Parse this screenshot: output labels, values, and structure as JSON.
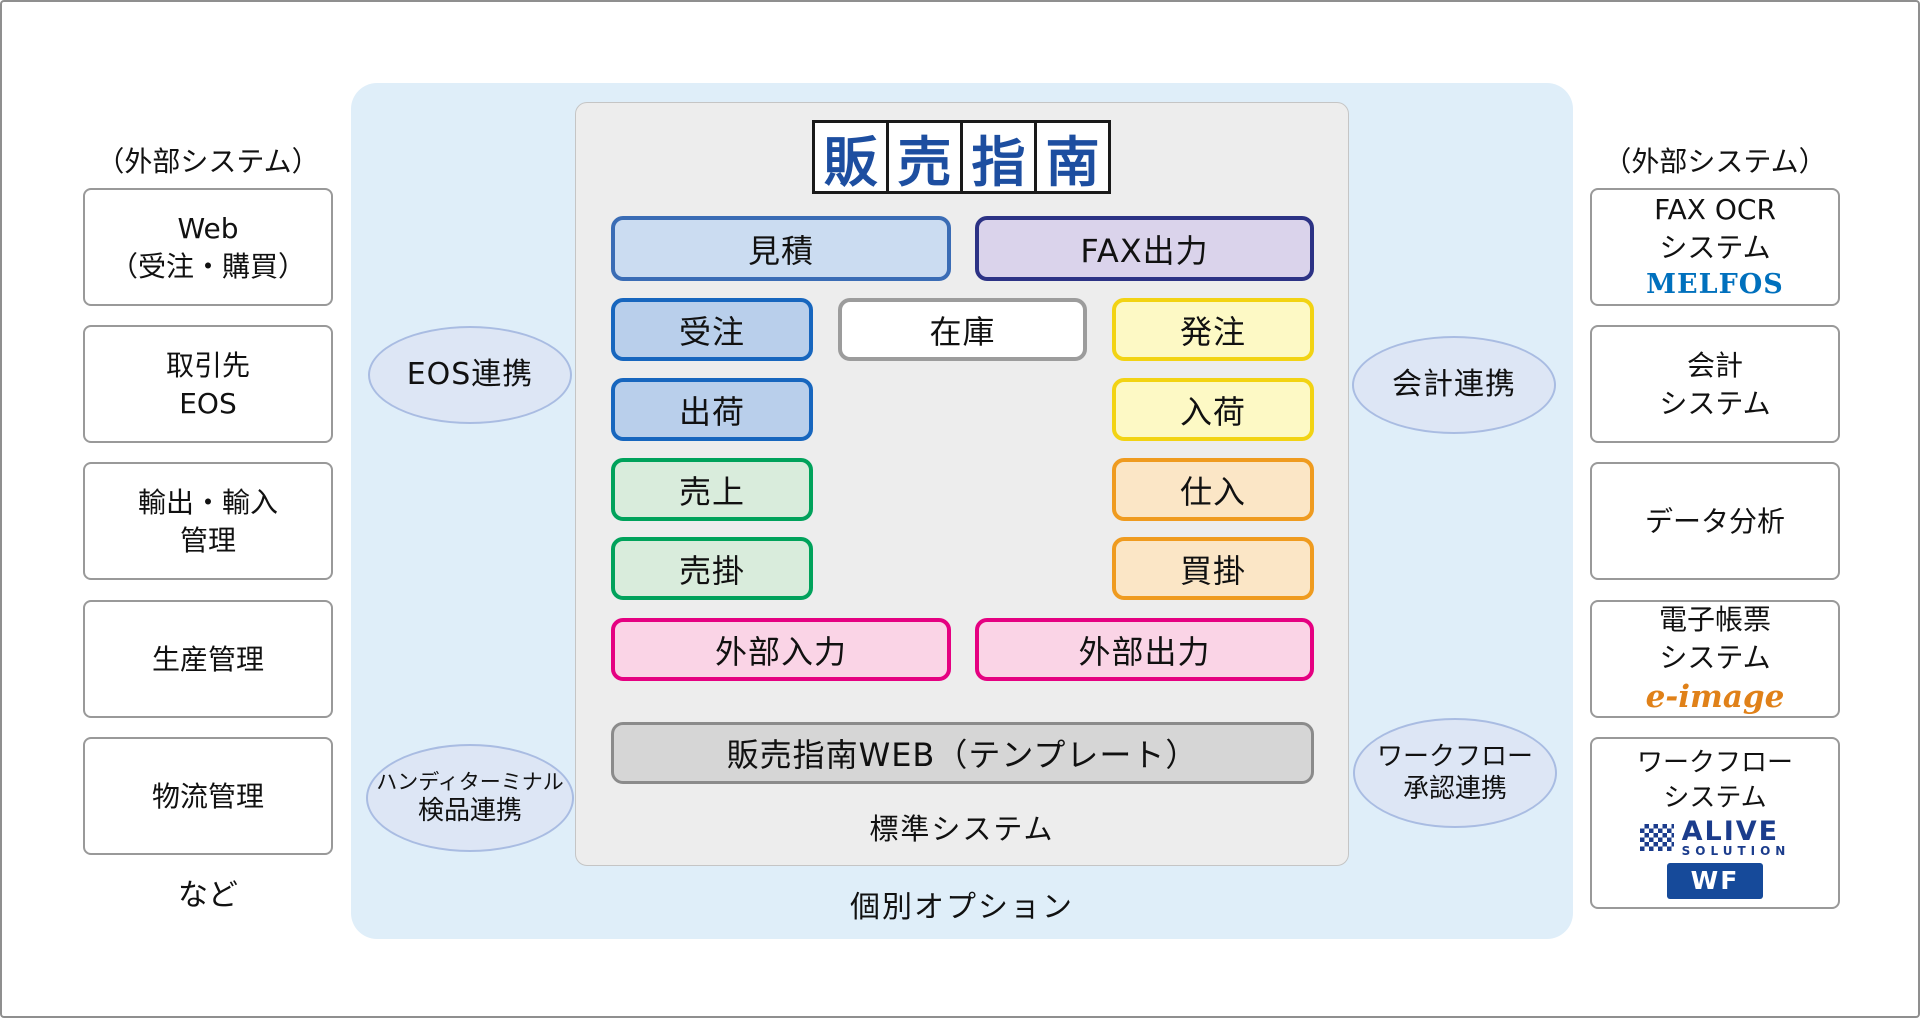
{
  "colors": {
    "canvas_border": "#8f8f8f",
    "option_area_bg": "#dfeef9",
    "standard_area_bg": "#ededed",
    "logo_text": "#1d4ea0",
    "estimate": {
      "fill": "#cbdcf1",
      "border": "#3a6cb5"
    },
    "fax_output": {
      "fill": "#dad3eb",
      "border": "#2c3285"
    },
    "order_blue": {
      "fill": "#b9cfeb",
      "border": "#1766be"
    },
    "inventory": {
      "fill": "#ffffff",
      "border": "#9c9c9c"
    },
    "yellow": {
      "fill": "#fdf9c5",
      "border": "#f2d313"
    },
    "green": {
      "fill": "#d9ecdc",
      "border": "#00a25b"
    },
    "orange": {
      "fill": "#fbe6c6",
      "border": "#ef9b1f"
    },
    "pink": {
      "fill": "#fad4e6",
      "border": "#e50081"
    },
    "gray": {
      "fill": "#d6d6d6",
      "border": "#8b8b8b"
    },
    "ellipse": {
      "fill": "#dde6f5",
      "border": "#a9bce2"
    },
    "melfos_text": "#0070bd",
    "eimage_text": "#e08119",
    "alive_blue": "#1b3c8c",
    "wf_badge_bg": "#164a9a"
  },
  "left_panel": {
    "header": "（外部システム）",
    "boxes": [
      {
        "line1": "Web",
        "line2": "（受注・購買）"
      },
      {
        "line1": "取引先",
        "line2": "EOS"
      },
      {
        "line1": "輸出・輸入",
        "line2": "管理"
      },
      {
        "line1": "生産管理"
      },
      {
        "line1": "物流管理"
      }
    ],
    "footer": "など"
  },
  "center": {
    "option_label": "個別オプション",
    "standard_label": "標準システム",
    "logo": {
      "full": "販売指南",
      "char1": "販",
      "char2": "売",
      "char3": "指",
      "char4": "南"
    },
    "buttons": {
      "estimate": "見積",
      "fax_output": "FAX出力",
      "order_received": "受注",
      "inventory": "在庫",
      "order_placed": "発注",
      "shipment": "出荷",
      "arrival": "入荷",
      "sales": "売上",
      "purchase": "仕入",
      "receivable": "売掛",
      "payable": "買掛",
      "external_input": "外部入力",
      "external_output": "外部出力",
      "web_template": "販売指南WEB（テンプレート）"
    },
    "connectors": {
      "eos": {
        "line1": "EOS連携"
      },
      "handy": {
        "line1": "ハンディターミナル",
        "line2": "検品連携"
      },
      "accounting": {
        "line1": "会計連携"
      },
      "workflow": {
        "line1": "ワークフロー",
        "line2": "承認連携"
      }
    }
  },
  "right_panel": {
    "header": "（外部システム）",
    "boxes": [
      {
        "line1": "FAX OCR",
        "line2": "システム",
        "brand": "MELFOS"
      },
      {
        "line1": "会計",
        "line2": "システム"
      },
      {
        "line1": "データ分析"
      },
      {
        "line1": "電子帳票",
        "line2": "システム",
        "brand": "e-image"
      },
      {
        "line1": "ワークフロー",
        "line2": "システム",
        "brand": "ALIVE",
        "brand_sub": "SOLUTION",
        "badge": "WF"
      }
    ]
  }
}
